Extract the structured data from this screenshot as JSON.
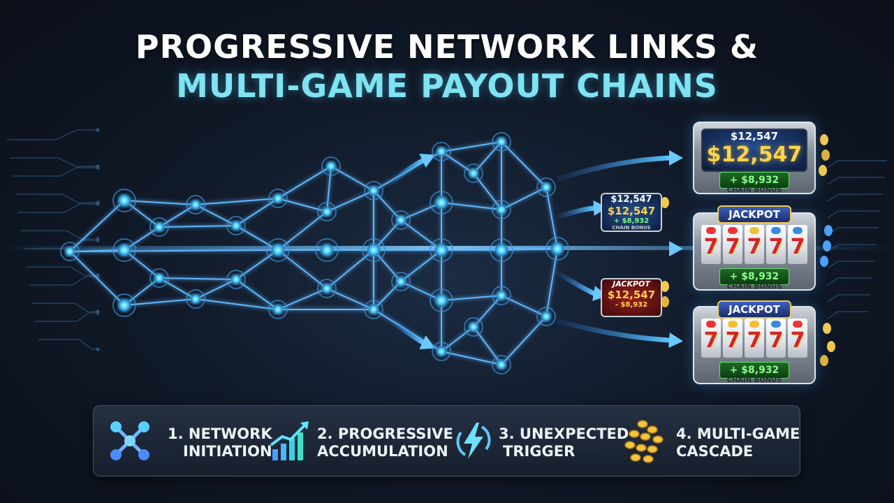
{
  "title": {
    "line1": "PROGRESSIVE NETWORK LINKS &",
    "line2": "MULTI-GAME PAYOUT CHAINS"
  },
  "machines": [
    {
      "top_value": "$12,547",
      "big_value": "$12,547",
      "bonus": "+ $8,932",
      "chain_label": "CHAIN BONUS"
    },
    {
      "jackpot_label": "JACKPOT",
      "reels": [
        "7",
        "7",
        "7",
        "7",
        "7"
      ],
      "bonus": "+ $8,932",
      "chain_label": "CHAIN BONUS"
    },
    {
      "jackpot_label": "JACKPOT",
      "reels": [
        "7",
        "7",
        "7",
        "7",
        "7"
      ],
      "bonus": "+ $8,932",
      "chain_label": "CHAIN BONUS"
    }
  ],
  "mini_screens": [
    {
      "top": "$12,547",
      "main": "$12,547",
      "sub": "+ $8,932",
      "foot": "CHAIN BONUS"
    },
    {
      "top": "JACKPOT",
      "main": "$12,547",
      "sub": "- $8,932"
    }
  ],
  "legend": [
    {
      "line1": "1. NETWORK",
      "line2": "INITIATION",
      "icon": "network-nodes-icon"
    },
    {
      "line1": "2. PROGRESSIVE",
      "line2": "ACCUMULATION",
      "icon": "growth-chart-icon"
    },
    {
      "line1": "3. UNEXPECTED",
      "line2": "TRIGGER",
      "icon": "lightning-icon"
    },
    {
      "line1": "4. MULTI-GAME",
      "line2": "CASCADE",
      "icon": "coins-icon"
    }
  ],
  "colors": {
    "node": "#6fe7ff",
    "link": "#5fb8ff",
    "title_accent": "#7fe3f2",
    "gold": "#ffd34a",
    "bonus_green": "#8bff8f"
  }
}
